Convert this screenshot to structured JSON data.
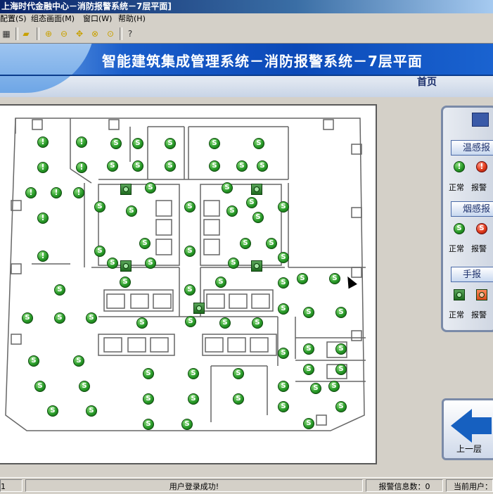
{
  "window": {
    "title": "上海时代金融中心－消防报警系统－7层平面]"
  },
  "menu": {
    "items": [
      "配置(S)",
      "组态画面(M)",
      "窗口(W)",
      "帮助(H)"
    ]
  },
  "toolbar": {
    "icons": [
      "grid-icon",
      "folder-icon",
      "zoom-in-icon",
      "zoom-out-icon",
      "pan-icon",
      "fit-icon",
      "zoom-window-icon",
      "help-icon"
    ]
  },
  "header": {
    "title": "智能建筑集成管理系统－消防报警系统－7层平面",
    "page": "首页"
  },
  "panel": {
    "temp_label": "温感报",
    "smoke_label": "烟感报",
    "manual_label": "手报",
    "normal": "正常",
    "alarm": "报警"
  },
  "nav": {
    "prev_floor": "上一层"
  },
  "status": {
    "left": "1",
    "message": "用户登录成功!",
    "alarm_count_label": "报警信息数：0",
    "current_user_label": "当前用户："
  },
  "sensors": {
    "temp_glyph": "!",
    "smoke_glyph": "S"
  },
  "colors": {
    "normal": "#2a9c2a",
    "alarm": "#e23a1a",
    "header_blue": "#0b49b8"
  }
}
